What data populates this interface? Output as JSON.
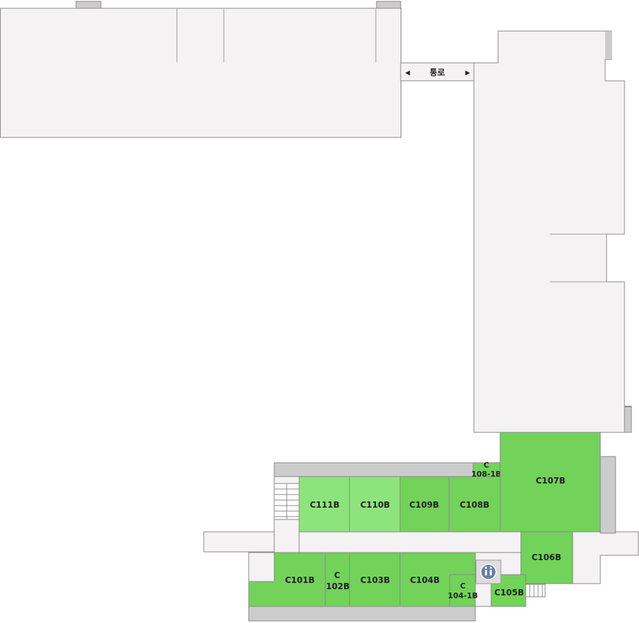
{
  "colors": {
    "building": "#f4f2f3",
    "outline": "#888888",
    "room_green": "#72d25a",
    "room_light_green": "#8ee47c",
    "wall_gray": "#cccccc",
    "label": "#222222",
    "restroom_badge": "#6b7fa8"
  },
  "passage": {
    "label": "통로",
    "left_arrow": "◀",
    "right_arrow": "▶"
  },
  "rooms": {
    "c111b": "C111B",
    "c110b": "C110B",
    "c109b": "C109B",
    "c108b": "C108B",
    "c107b": "C107B",
    "c106b": "C106B",
    "c105b": "C105B",
    "c104b": "C104B",
    "c103b": "C103B",
    "c101b": "C101B",
    "c108_1b": {
      "line1": "C",
      "line2": "108-1B"
    },
    "c102b": {
      "line1": "C",
      "line2": "102B"
    },
    "c104_1b": {
      "line1": "C",
      "line2": "104-1B"
    }
  },
  "icons": {
    "restroom": "restroom-icon",
    "stairs": "stairs-icon"
  }
}
